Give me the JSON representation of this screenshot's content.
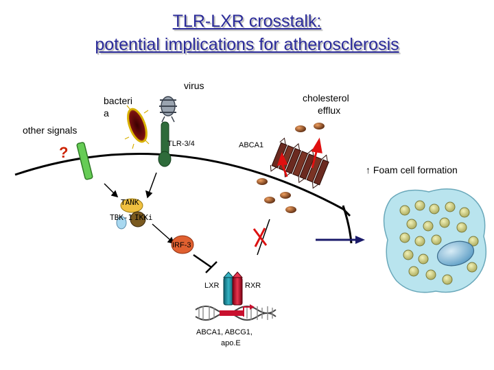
{
  "title": {
    "line1": "TLR-LXR crosstalk:",
    "line2": "potential implications for atherosclerosis"
  },
  "labels": {
    "virus": "virus",
    "bacteria_line1": "bacteri",
    "bacteria_line2": "a",
    "cholesterol_line1": "cholesterol",
    "cholesterol_line2": "efflux",
    "other_signals": "other signals",
    "question": "?",
    "tlr": "TLR-3/4",
    "abca1": "ABCA1",
    "foam_arrow": "↑",
    "foam": "Foam cell formation",
    "tank": "TANK",
    "tbk": "TBK-1",
    "ikki": "IKKi",
    "irf3": "IRF-3",
    "lxr": "LXR",
    "rxr": "RXR",
    "genes_line1": "ABCA1, ABCG1,",
    "genes_line2": "apo.E"
  },
  "colors": {
    "title": "#2b2b9a",
    "membrane": "#000000",
    "tlr": "#2e6b3a",
    "other_receptor": "#66cc55",
    "abca1": "#6b2a20",
    "inhibit": "#dd1111",
    "lxr": "#1a8fa0",
    "rxr": "#c8102e",
    "foam_cell": "#b9e4ee",
    "lipid_droplet": "#d6d68a",
    "nucleus": "#7fb8d8"
  },
  "icons": [
    "virus-icon",
    "bacterium-icon",
    "cholesterol-molecule-icon",
    "dna-icon",
    "foam-cell-icon"
  ]
}
